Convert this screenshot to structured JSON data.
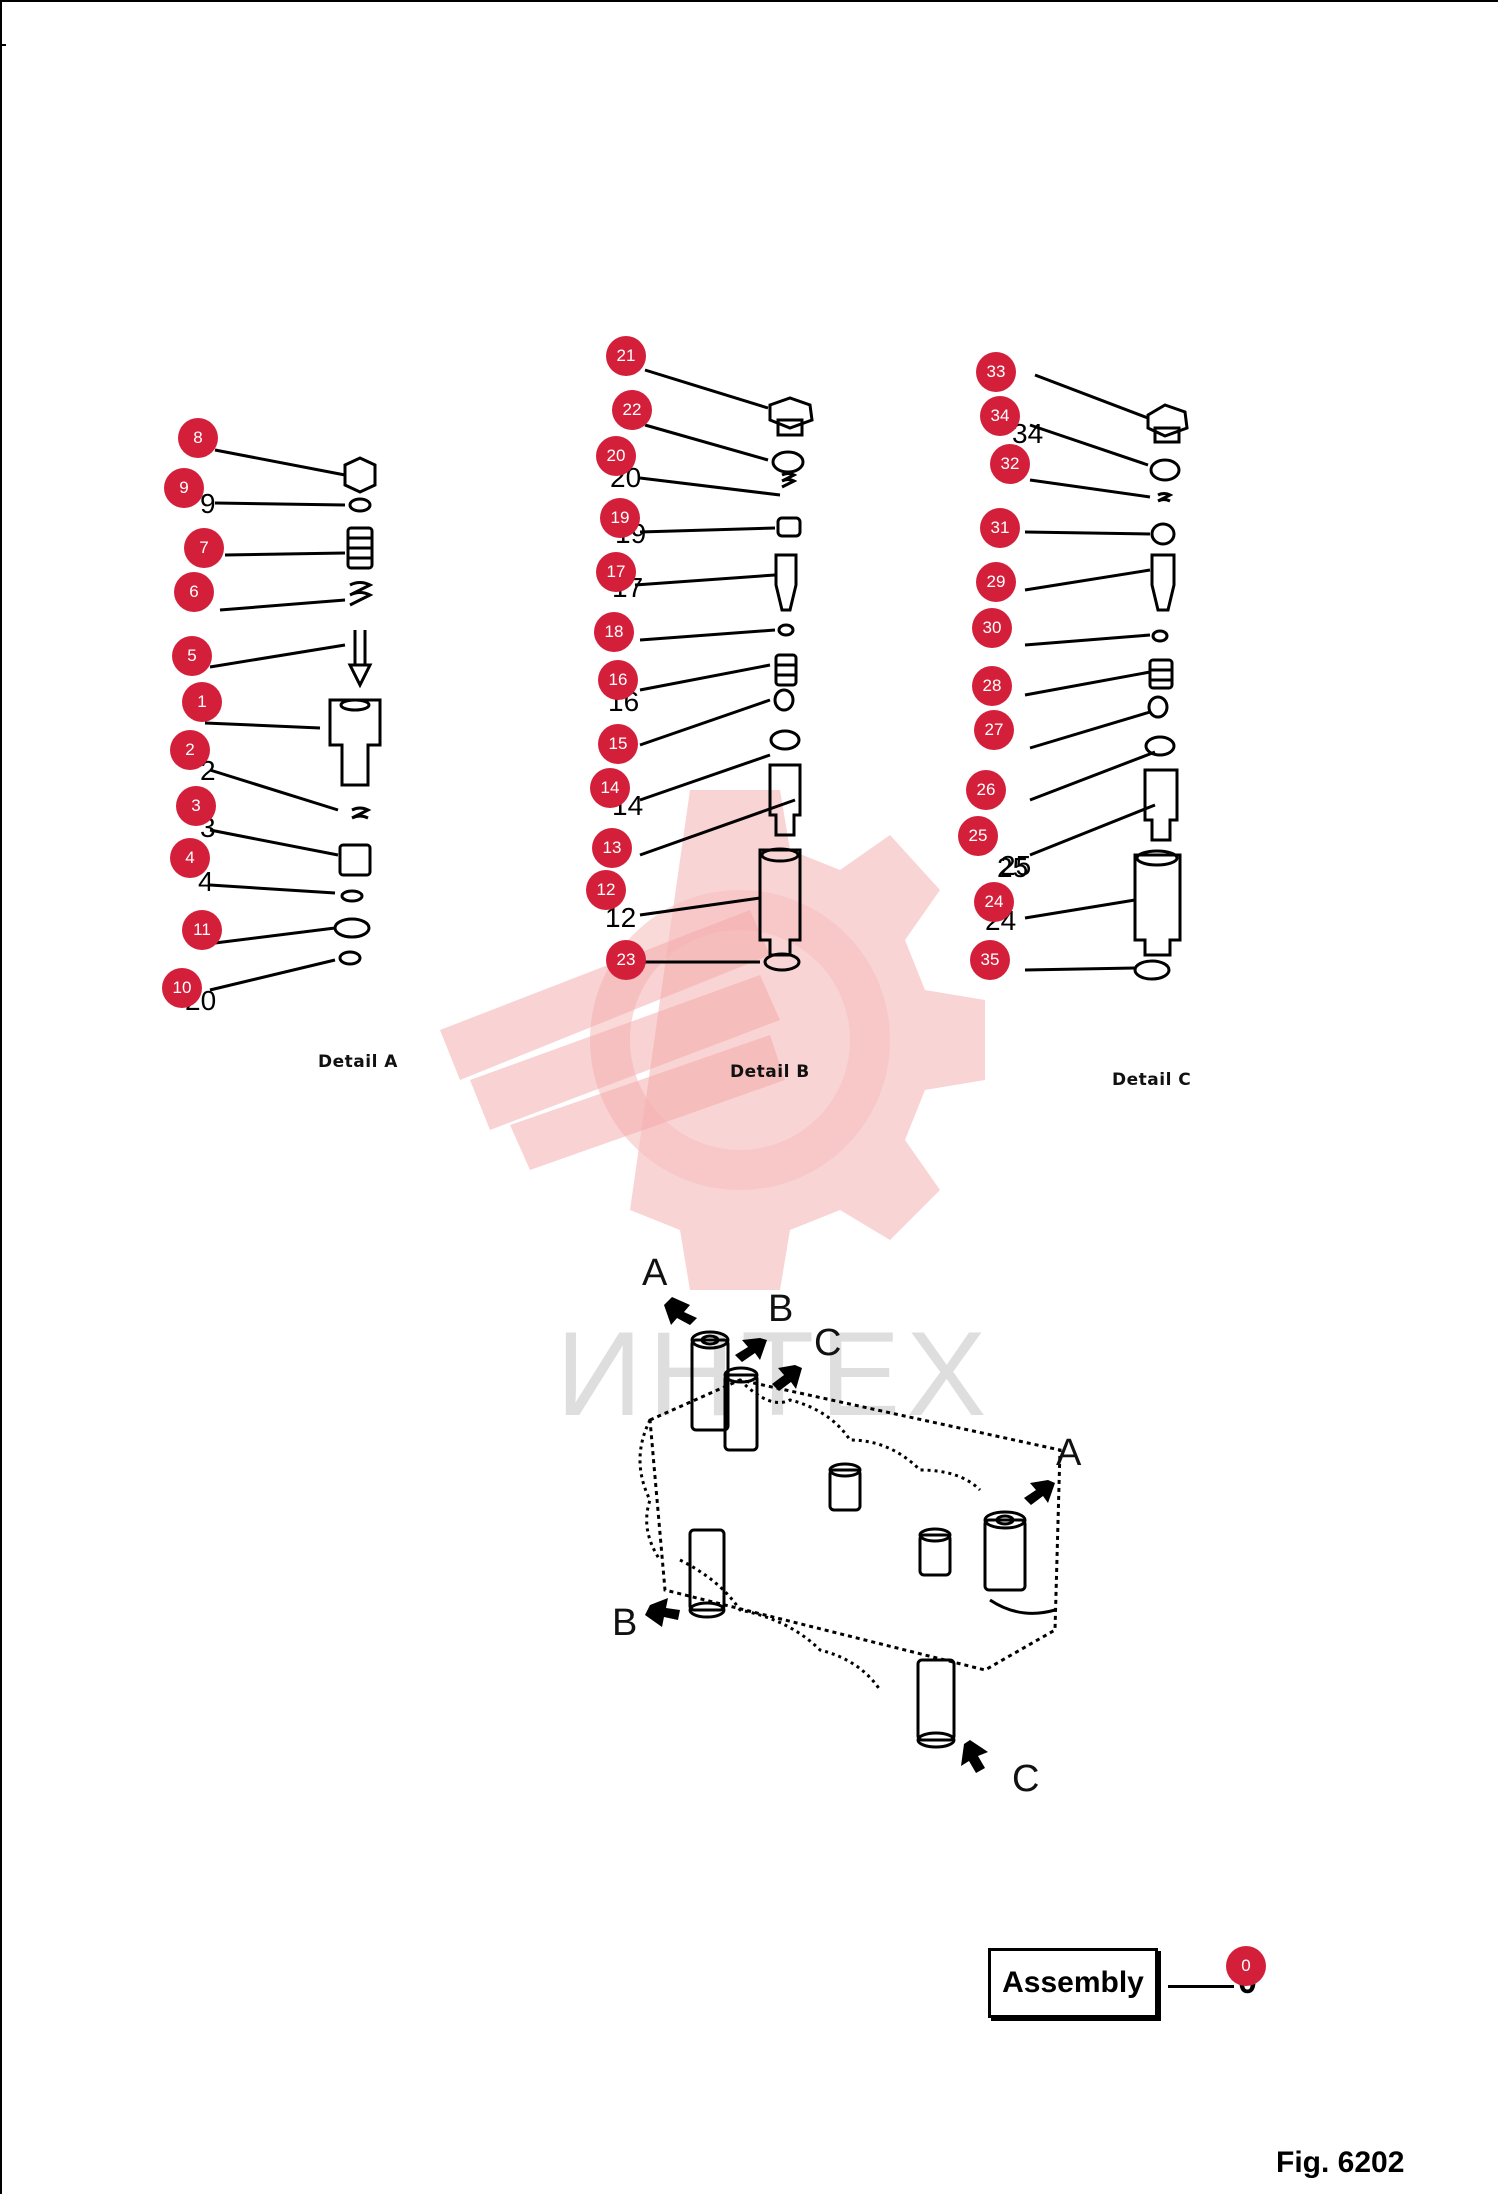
{
  "details": [
    {
      "id": "A",
      "label": "Detail A"
    },
    {
      "id": "B",
      "label": "Detail B"
    },
    {
      "id": "C",
      "label": "Detail C"
    }
  ],
  "view_letters": {
    "a1": "A",
    "b1": "B",
    "c1": "C",
    "a2": "A",
    "b2": "B",
    "c2": "C"
  },
  "part_numbers": {
    "detail_a": [
      "9",
      "2",
      "3",
      "4",
      "20"
    ],
    "detail_b": [
      "20",
      "19",
      "17",
      "16",
      "14",
      "25",
      "12"
    ],
    "detail_c": [
      "34",
      "25",
      "24"
    ]
  },
  "callouts": [
    {
      "n": "8"
    },
    {
      "n": "9"
    },
    {
      "n": "7"
    },
    {
      "n": "6"
    },
    {
      "n": "5"
    },
    {
      "n": "1"
    },
    {
      "n": "2"
    },
    {
      "n": "3"
    },
    {
      "n": "4"
    },
    {
      "n": "11"
    },
    {
      "n": "10"
    },
    {
      "n": "21"
    },
    {
      "n": "22"
    },
    {
      "n": "20"
    },
    {
      "n": "19"
    },
    {
      "n": "17"
    },
    {
      "n": "18"
    },
    {
      "n": "16"
    },
    {
      "n": "15"
    },
    {
      "n": "14"
    },
    {
      "n": "13"
    },
    {
      "n": "12"
    },
    {
      "n": "23"
    },
    {
      "n": "33"
    },
    {
      "n": "34"
    },
    {
      "n": "32"
    },
    {
      "n": "31"
    },
    {
      "n": "29"
    },
    {
      "n": "30"
    },
    {
      "n": "28"
    },
    {
      "n": "27"
    },
    {
      "n": "26"
    },
    {
      "n": "25"
    },
    {
      "n": "24"
    },
    {
      "n": "35"
    },
    {
      "n": "0"
    }
  ],
  "assembly": {
    "label": "Assembly",
    "number": "0"
  },
  "figure": {
    "label": "Fig. 6202"
  },
  "watermark": {
    "text": "ИНТЕХ",
    "color": "#f4a0a0"
  },
  "colors": {
    "callout": "#d41f3a",
    "line": "#000000"
  }
}
